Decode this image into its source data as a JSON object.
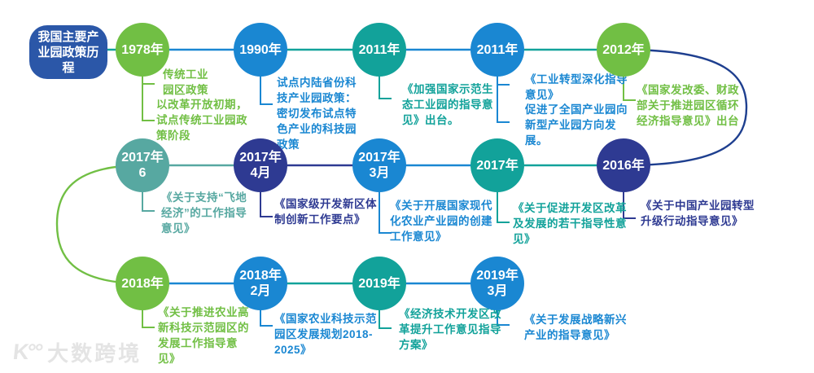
{
  "title": "我国主要产业园政策历程",
  "watermark": {
    "logo": "K°°",
    "text": "大数跨境"
  },
  "palette": {
    "green": "#71bf44",
    "blue": "#1a87d2",
    "teal": "#12a29a",
    "teal_soft": "#57a8a1",
    "indigo": "#2e3a92",
    "navy": "#1e3f8f",
    "title_blue": "#2b57a8",
    "watermark_gray": "#e4e4e4"
  },
  "nodes": [
    {
      "id": "1978",
      "year": "1978年",
      "sub": "",
      "color": "green",
      "descs": [
        "传统工业\n园区政策",
        "以改革开放初期，\n试点传统工业园政\n策阶段"
      ]
    },
    {
      "id": "1990",
      "year": "1990年",
      "sub": "",
      "color": "blue",
      "descs": [
        "试点内陆省份科\n技产业园政策：\n密切发布试点特\n色产业的科技园\n政策"
      ]
    },
    {
      "id": "2011a",
      "year": "2011年",
      "sub": "",
      "color": "teal",
      "descs": [
        "《加强国家示范生\n态工业园的指导意\n见》出台。"
      ]
    },
    {
      "id": "2011b",
      "year": "2011年",
      "sub": "",
      "color": "blue",
      "descs": [
        "《工业转型深化指导\n意见》",
        "促进了全国产业园向\n新型产业园方向发\n展。"
      ]
    },
    {
      "id": "2012",
      "year": "2012年",
      "sub": "",
      "color": "green",
      "descs": [
        "《国家发改委、财政\n部关于推进园区循环\n经济指导意见》出台"
      ]
    },
    {
      "id": "2017-6",
      "year": "2017年",
      "sub": "6",
      "color": "teal_soft",
      "descs": [
        "《关于支持“飞地\n经济”的工作指导\n意见》"
      ]
    },
    {
      "id": "2017-4",
      "year": "2017年",
      "sub": "4月",
      "color": "indigo",
      "descs": [
        "《国家级开发新区体\n制创新工作要点》"
      ]
    },
    {
      "id": "2017-3",
      "year": "2017年",
      "sub": "3月",
      "color": "blue",
      "descs": [
        "《关于开展国家现代\n化农业产业园的创建\n工作意见》"
      ]
    },
    {
      "id": "2017",
      "year": "2017年",
      "sub": "",
      "color": "teal",
      "descs": [
        "《关于促进开发区改革\n及发展的若干指导性意\n见》"
      ]
    },
    {
      "id": "2016",
      "year": "2016年",
      "sub": "",
      "color": "indigo",
      "descs": [
        "《关于中国产业园转型\n升级行动指导意见》"
      ]
    },
    {
      "id": "2018",
      "year": "2018年",
      "sub": "",
      "color": "green",
      "descs": [
        "《关于推进农业高\n新科技示范园区的\n发展工作指导意\n见》"
      ]
    },
    {
      "id": "2018-2",
      "year": "2018年",
      "sub": "2月",
      "color": "blue",
      "descs": [
        "《国家农业科技示范\n园区发展规划2018-\n2025》"
      ]
    },
    {
      "id": "2019",
      "year": "2019年",
      "sub": "",
      "color": "teal",
      "descs": [
        "《经济技术开发区改\n革提升工作意见指导\n方案》"
      ]
    },
    {
      "id": "2019-3",
      "year": "2019年",
      "sub": "3月",
      "color": "blue",
      "descs": [
        "《关于发展战略新兴\n产业的指导意见》"
      ]
    }
  ],
  "links": [
    {
      "from": "title",
      "to": "1978",
      "color": "teal",
      "shape": "line"
    },
    {
      "from": "1978",
      "to": "1990",
      "color": "blue",
      "shape": "line"
    },
    {
      "from": "1990",
      "to": "2011a",
      "color": "teal",
      "shape": "line"
    },
    {
      "from": "2011a",
      "to": "2011b",
      "color": "blue",
      "shape": "line"
    },
    {
      "from": "2011b",
      "to": "2012",
      "color": "teal",
      "shape": "line"
    },
    {
      "from": "2012",
      "to": "2016",
      "color": "navy",
      "shape": "right-loop"
    },
    {
      "from": "2016",
      "to": "2017",
      "color": "teal",
      "shape": "line"
    },
    {
      "from": "2017",
      "to": "2017-3",
      "color": "blue",
      "shape": "line"
    },
    {
      "from": "2017-3",
      "to": "2017-4",
      "color": "indigo",
      "shape": "line"
    },
    {
      "from": "2017-4",
      "to": "2017-6",
      "color": "teal_soft",
      "shape": "line"
    },
    {
      "from": "2017-6",
      "to": "2018",
      "color": "green",
      "shape": "left-loop"
    },
    {
      "from": "2018",
      "to": "2018-2",
      "color": "blue",
      "shape": "line"
    },
    {
      "from": "2018-2",
      "to": "2019",
      "color": "teal",
      "shape": "line"
    },
    {
      "from": "2019",
      "to": "2019-3",
      "color": "blue",
      "shape": "line"
    }
  ]
}
